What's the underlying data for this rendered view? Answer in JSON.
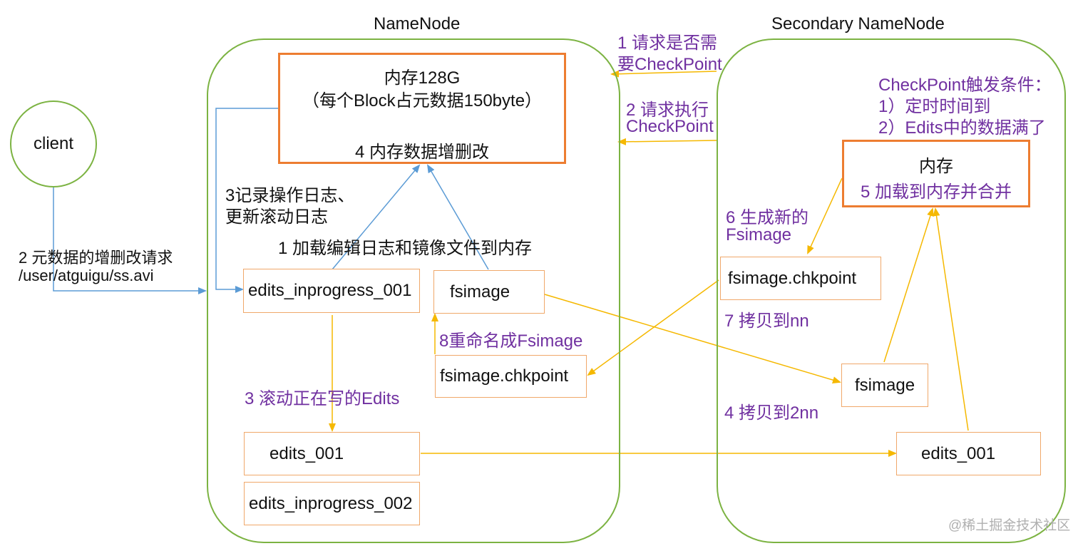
{
  "titles": {
    "namenode": "NameNode",
    "secondary": "Secondary NameNode"
  },
  "client": {
    "label": "client"
  },
  "client_request": {
    "line1": "2 元数据的增删改请求",
    "line2": "/user/atguigu/ss.avi"
  },
  "namenode": {
    "memory": {
      "line1": "内存128G",
      "line2": "（每个Block占元数据150byte）",
      "line3": "4 内存数据增删改"
    },
    "log_step": {
      "line1": "3记录操作日志、",
      "line2": "更新滚动日志"
    },
    "load_step": "1 加载编辑日志和镜像文件到内存",
    "edits_inprogress_001": "edits_inprogress_001",
    "fsimage": "fsimage",
    "rename_step": "8重命名成Fsimage",
    "fsimage_chkpoint": "fsimage.chkpoint",
    "roll_step": "3 滚动正在写的Edits",
    "edits_001": "edits_001",
    "edits_inprogress_002": "edits_inprogress_002"
  },
  "requests": {
    "req1": {
      "line1": "1 请求是否需",
      "line2": "要CheckPoint"
    },
    "req2": {
      "line1": "2 请求执行",
      "line2": "CheckPoint"
    }
  },
  "secondary": {
    "trigger": {
      "line1": "CheckPoint触发条件：",
      "line2": "1）定时时间到",
      "line3": "2）Edits中的数据满了"
    },
    "memory": {
      "line1": "内存",
      "line2": "5 加载到内存并合并"
    },
    "gen_step": {
      "line1": "6 生成新的",
      "line2": "Fsimage"
    },
    "fsimage_chkpoint": "fsimage.chkpoint",
    "copy_nn": "7 拷贝到nn",
    "fsimage": "fsimage",
    "copy_2nn": "4 拷贝到2nn",
    "edits_001": "edits_001"
  },
  "watermark": "@稀土掘金技术社区",
  "colors": {
    "container_border": "#7cb342",
    "box_border": "#f0a86a",
    "memory_border": "#ed7d31",
    "purple_text": "#7030a0",
    "blue_arrow": "#5b9bd5",
    "yellow_arrow": "#f5b800"
  }
}
